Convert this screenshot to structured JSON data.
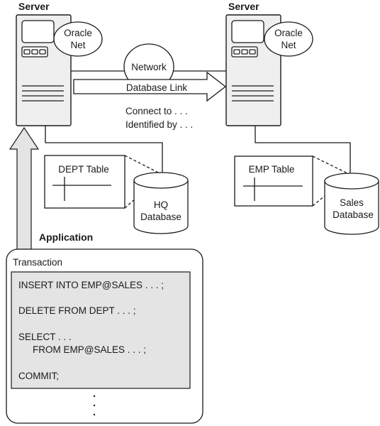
{
  "servers": [
    {
      "title": "Server",
      "oracle_net_line1": "Oracle",
      "oracle_net_line2": "Net"
    },
    {
      "title": "Server",
      "oracle_net_line1": "Oracle",
      "oracle_net_line2": "Net"
    }
  ],
  "network": {
    "label": "Network",
    "db_link_label": "Database Link",
    "connect_to": "Connect to . . .",
    "identified_by": "Identified by . . ."
  },
  "tables": {
    "dept": "DEPT Table",
    "emp": "EMP Table"
  },
  "databases": {
    "hq_line1": "HQ",
    "hq_line2": "Database",
    "sales_line1": "Sales",
    "sales_line2": "Database"
  },
  "application": {
    "label": "Application",
    "transaction_label": "Transaction",
    "statements": {
      "insert": "INSERT INTO EMP@SALES . . . ;",
      "delete": "DELETE FROM DEPT . . . ;",
      "select1": "SELECT . . .",
      "select2": "FROM EMP@SALES . . . ;",
      "commit": "COMMIT;"
    }
  }
}
